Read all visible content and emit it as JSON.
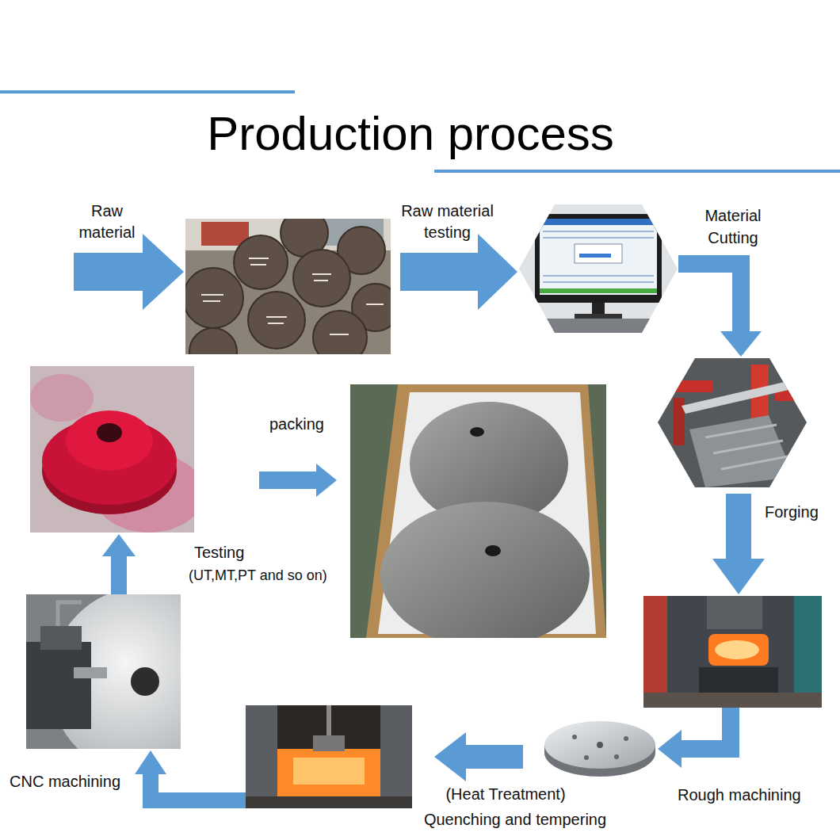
{
  "diagram": {
    "title": "Production process",
    "nodes": [
      {
        "text": [
          "Raw material"
        ]
      },
      {
        "text": [
          "Raw material testing"
        ]
      },
      {
        "text": [
          "Material Cutting"
        ]
      },
      {
        "text": [
          "Forging"
        ]
      },
      {
        "text": [
          "Rough machining"
        ]
      },
      {
        "text": [
          "(Heat Treatment)",
          "Quenching and tempering"
        ]
      },
      {
        "text": [
          "CNC machining"
        ]
      },
      {
        "text": [
          "Testing",
          "(UT,MT,PT and so on)"
        ]
      },
      {
        "text": [
          "packing"
        ]
      }
    ],
    "edges": [
      {
        "from": 0,
        "to": 1,
        "arrow": "to"
      },
      {
        "from": 1,
        "to": 2,
        "arrow": "to"
      },
      {
        "from": 2,
        "to": 3,
        "arrow": "to"
      },
      {
        "from": 3,
        "to": 4,
        "arrow": "to"
      },
      {
        "from": 4,
        "to": 5,
        "arrow": "to"
      },
      {
        "from": 5,
        "to": 6,
        "arrow": "to"
      },
      {
        "from": 6,
        "to": 7,
        "arrow": "to"
      },
      {
        "from": 7,
        "to": 8,
        "arrow": "to"
      }
    ]
  }
}
